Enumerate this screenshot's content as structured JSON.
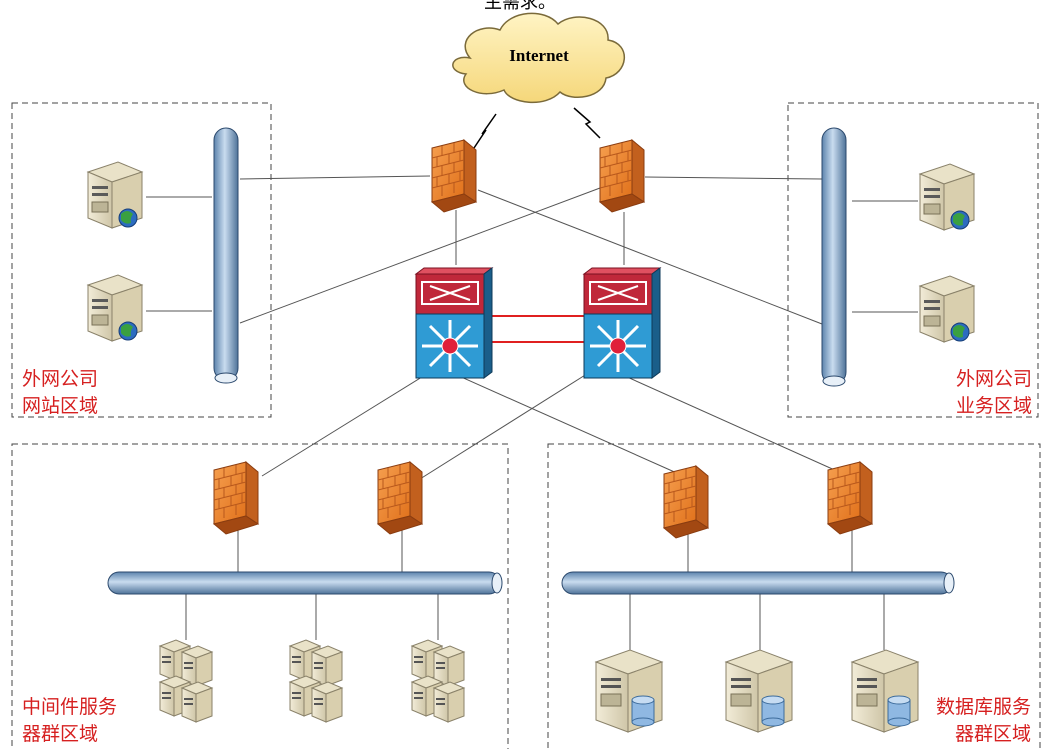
{
  "caption_fragment": "主需求。",
  "internet": {
    "label": "Internet"
  },
  "zones": {
    "top_left": {
      "line1": "外网公司",
      "line2": "网站区域"
    },
    "top_right": {
      "line1": "外网公司",
      "line2": "业务区域"
    },
    "bottom_left": {
      "line1": "中间件服务",
      "line2": "器群区域"
    },
    "bottom_right": {
      "line1": "数据库服务",
      "line2": "器群区域"
    }
  },
  "colors": {
    "zone_label": "#d62020",
    "bus_pipe": "#8fb2d6",
    "firewall": "#f0862a",
    "switch_top": "#c0283a",
    "switch_bottom": "#2f9bd4",
    "cloud": "#fbe8a0",
    "link_red": "#e02020"
  },
  "icons": [
    "internet-cloud-icon",
    "firewall-icon",
    "core-switch-icon",
    "web-server-icon",
    "server-cluster-icon",
    "database-server-icon",
    "network-bus-icon"
  ]
}
